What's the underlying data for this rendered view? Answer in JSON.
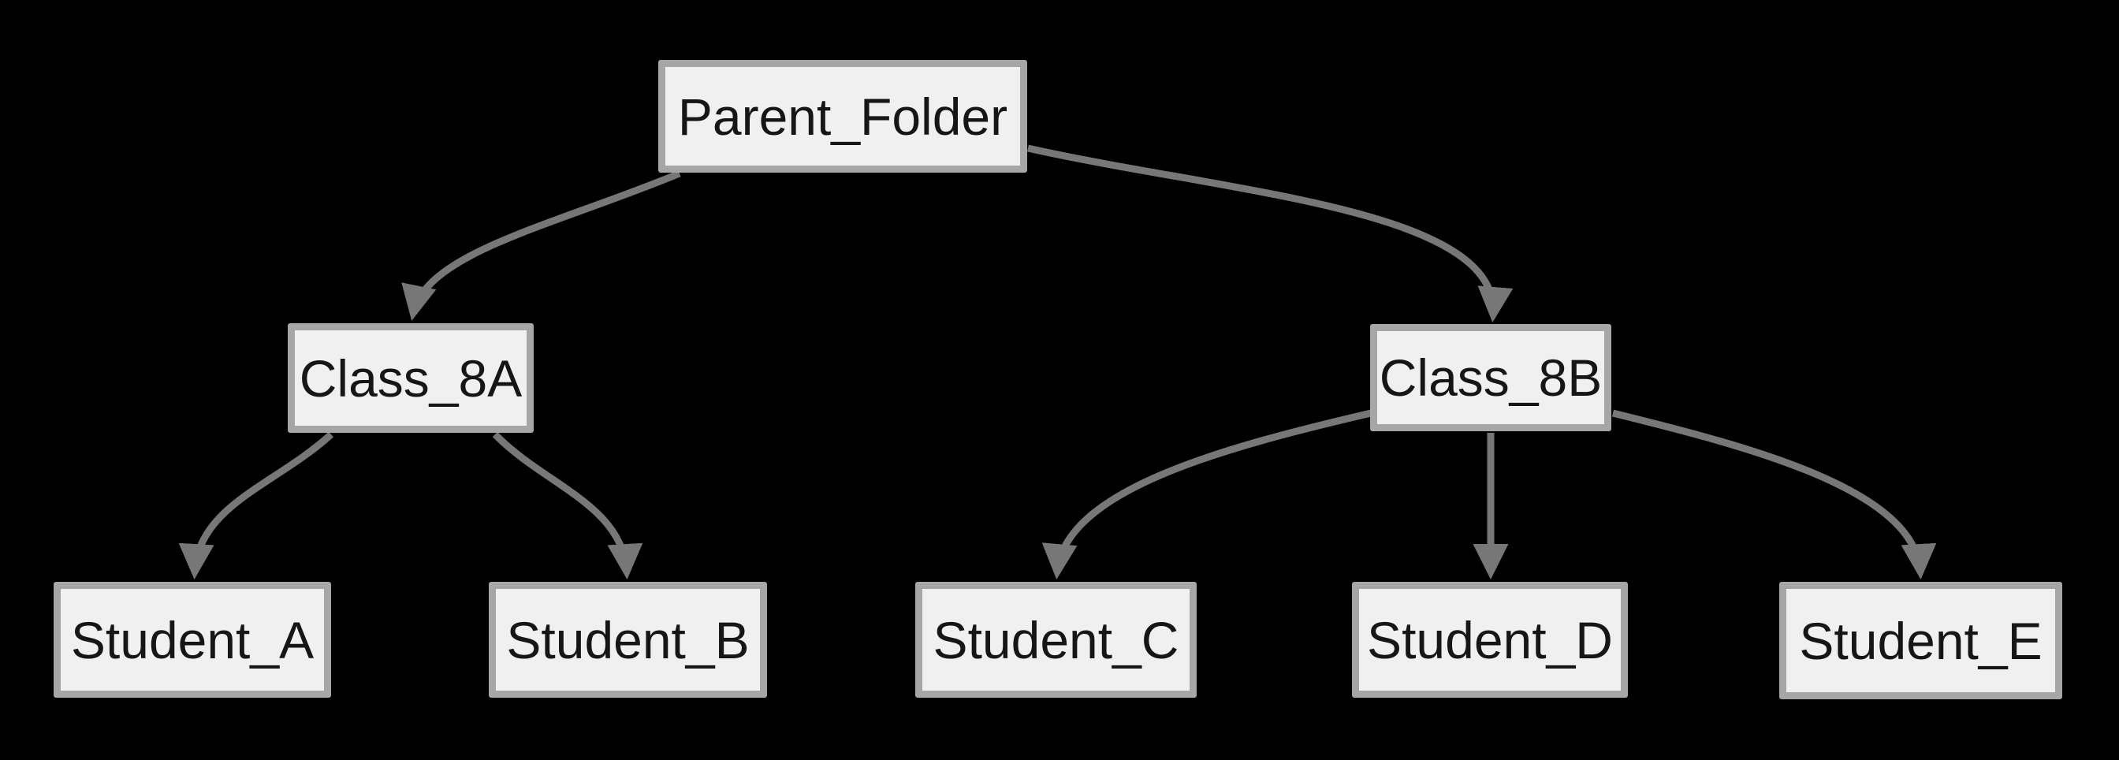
{
  "diagram": {
    "type": "tree",
    "background_color": "#000000",
    "node_fill_color": "#f0f0f0",
    "node_border_color": "#a6a6a6",
    "node_text_color": "#161616",
    "edge_color": "#777777",
    "nodes": [
      {
        "id": "parent_folder",
        "label": "Parent_Folder",
        "level": 0
      },
      {
        "id": "class_8a",
        "label": "Class_8A",
        "level": 1
      },
      {
        "id": "class_8b",
        "label": "Class_8B",
        "level": 1
      },
      {
        "id": "student_a",
        "label": "Student_A",
        "level": 2
      },
      {
        "id": "student_b",
        "label": "Student_B",
        "level": 2
      },
      {
        "id": "student_c",
        "label": "Student_C",
        "level": 2
      },
      {
        "id": "student_d",
        "label": "Student_D",
        "level": 2
      },
      {
        "id": "student_e",
        "label": "Student_E",
        "level": 2
      }
    ],
    "edges": [
      {
        "from": "Parent_Folder",
        "to": "Class_8A"
      },
      {
        "from": "Parent_Folder",
        "to": "Class_8B"
      },
      {
        "from": "Class_8A",
        "to": "Student_A"
      },
      {
        "from": "Class_8A",
        "to": "Student_B"
      },
      {
        "from": "Class_8B",
        "to": "Student_C"
      },
      {
        "from": "Class_8B",
        "to": "Student_D"
      },
      {
        "from": "Class_8B",
        "to": "Student_E"
      }
    ]
  }
}
